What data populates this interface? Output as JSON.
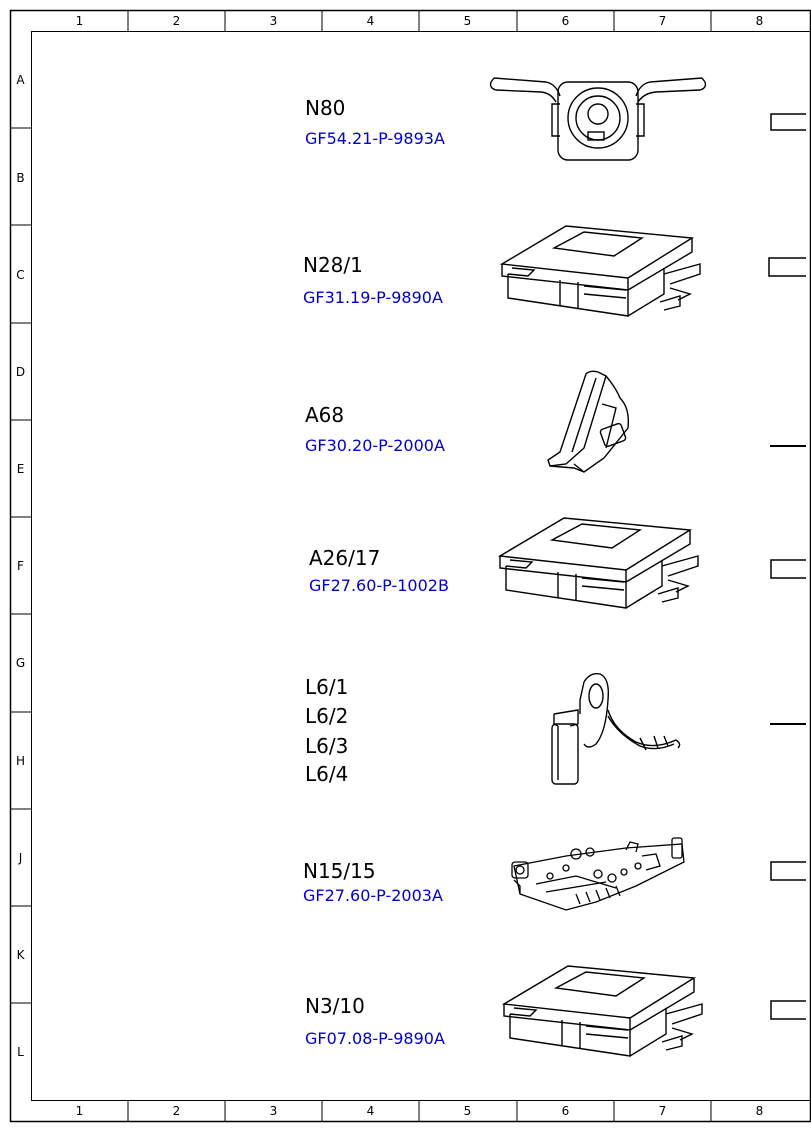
{
  "grid": {
    "columns": [
      "1",
      "2",
      "3",
      "4",
      "5",
      "6",
      "7",
      "8"
    ],
    "rows": [
      "A",
      "B",
      "C",
      "D",
      "E",
      "F",
      "G",
      "H",
      "J",
      "K",
      "L"
    ]
  },
  "components": [
    {
      "name": "N80",
      "ref": "GF54.21-P-9893A",
      "icon": "steering-column-module-icon"
    },
    {
      "name": "N28/1",
      "ref": "GF31.19-P-9890A",
      "icon": "control-unit-icon"
    },
    {
      "name": "A68",
      "ref": "GF30.20-P-2000A",
      "icon": "accelerator-pedal-icon"
    },
    {
      "name": "A26/17",
      "ref": "GF27.60-P-1002B",
      "icon": "control-unit-icon"
    },
    {
      "name": "L6/1",
      "name2": "L6/2",
      "name3": "L6/3",
      "name4": "L6/4",
      "icon": "wheel-speed-sensor-icon"
    },
    {
      "name": "N15/15",
      "ref": "GF27.60-P-2003A",
      "icon": "transmission-control-plate-icon"
    },
    {
      "name": "N3/10",
      "ref": "GF07.08-P-9890A",
      "icon": "control-unit-icon"
    }
  ],
  "colors": {
    "ref_link": "#0000cc",
    "frame": "#000000"
  }
}
